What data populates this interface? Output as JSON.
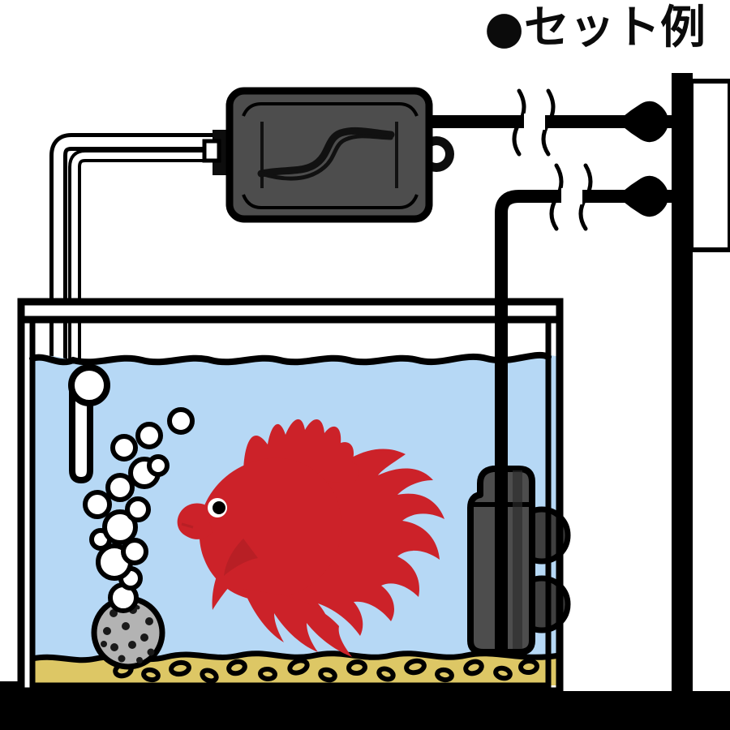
{
  "page": {
    "kind": "product-setup-illustration",
    "language": "ja",
    "background_color": "#ffffff"
  },
  "title": {
    "bullet": "●",
    "text": "セット例",
    "full": "●セット例",
    "color": "#0b0b0b"
  },
  "palette": {
    "outline": "#000000",
    "water": "#b6d8f5",
    "gravel": "#ddc765",
    "fish_red": "#cc2229",
    "fish_red_dark": "#b81f25",
    "device_gray": "#3f3f3f",
    "device_gray_light": "#4d4d4d",
    "airstone_gray": "#b3b3b3",
    "tube_white": "#ffffff",
    "white": "#ffffff",
    "black": "#000000"
  },
  "parts": {
    "air_pump": {
      "label": "air-pump",
      "body_color": "#3f3f3f",
      "has_logo_swoosh": true,
      "has_hanger_ring": true
    },
    "aquarium": {
      "label": "aquarium-tank",
      "water_color": "#b6d8f5",
      "gravel_color": "#ddc765",
      "has_rim_frame": true,
      "water_surface": "wavy"
    },
    "thermometer": {
      "label": "thermometer",
      "color": "#ffffff",
      "shape": "tube-with-round-bulb"
    },
    "air_stone": {
      "label": "air-stone",
      "color": "#b3b3b3",
      "speckles": 14
    },
    "bubbles": {
      "label": "air-bubbles",
      "count": 14,
      "color": "#ffffff"
    },
    "fish": {
      "label": "betta-fish",
      "color": "#cc2229",
      "species_look": "betta-splendens",
      "eye_color": "#000000"
    },
    "heater": {
      "label": "aquarium-heater",
      "body_color": "#3f3f3f",
      "suction_cups": 2
    },
    "power_strip": {
      "label": "wall-outlet-panel",
      "post_color": "#000000",
      "panel_color": "#ffffff",
      "plug_count": 2
    },
    "cables": {
      "label": "power-cables",
      "color": "#000000",
      "break_marks": 2,
      "note": "squiggle break marks indicate shortened cable"
    },
    "air_tube": {
      "label": "air-tubing",
      "fill": "#ffffff",
      "stroke": "#000000"
    },
    "table_surface": {
      "label": "table-surface-bar",
      "color": "#000000"
    }
  }
}
